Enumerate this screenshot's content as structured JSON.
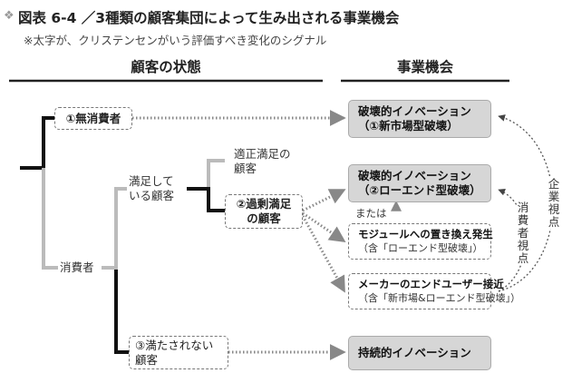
{
  "header": {
    "mark": "❖",
    "title": "図表 6-4 ／3種類の顧客集団によって生み出される事業機会",
    "subtitle": "※太字が、クリステンセンがいう評価すべき変化のシグナル"
  },
  "columns": {
    "customer_state": "顧客の状態",
    "business_opportunity": "事業機会"
  },
  "customers": {
    "non_consumers": "①無消費者",
    "consumers": "消費者",
    "satisfied_line1": "満足して",
    "satisfied_line2": "いる顧客",
    "adequate_line1": "適正満足の",
    "adequate_line2": "顧客",
    "over_line1": "②過剰満足",
    "over_line2": "の顧客",
    "under_line1": "③満たされない",
    "under_line2": "顧客"
  },
  "opportunities": {
    "disruptive_new_line1": "破壊的イノベーション",
    "disruptive_new_line2": "（①新市場型破壊）",
    "disruptive_low_line1": "破壊的イノベーション",
    "disruptive_low_line2": "（②ローエンド型破壊）",
    "or_label": "または",
    "modular_line1": "モジュールへの置き換え発生",
    "modular_line2": "（含「ローエンド型破壊」）",
    "maker_line1": "メーカーのエンドユーザー接近",
    "maker_line2": "（含「新市場&ローエンド型破壊」）",
    "sustaining": "持続的イノベーション"
  },
  "viewpoints": {
    "company": "企業視点",
    "consumer": "消費者視点"
  }
}
